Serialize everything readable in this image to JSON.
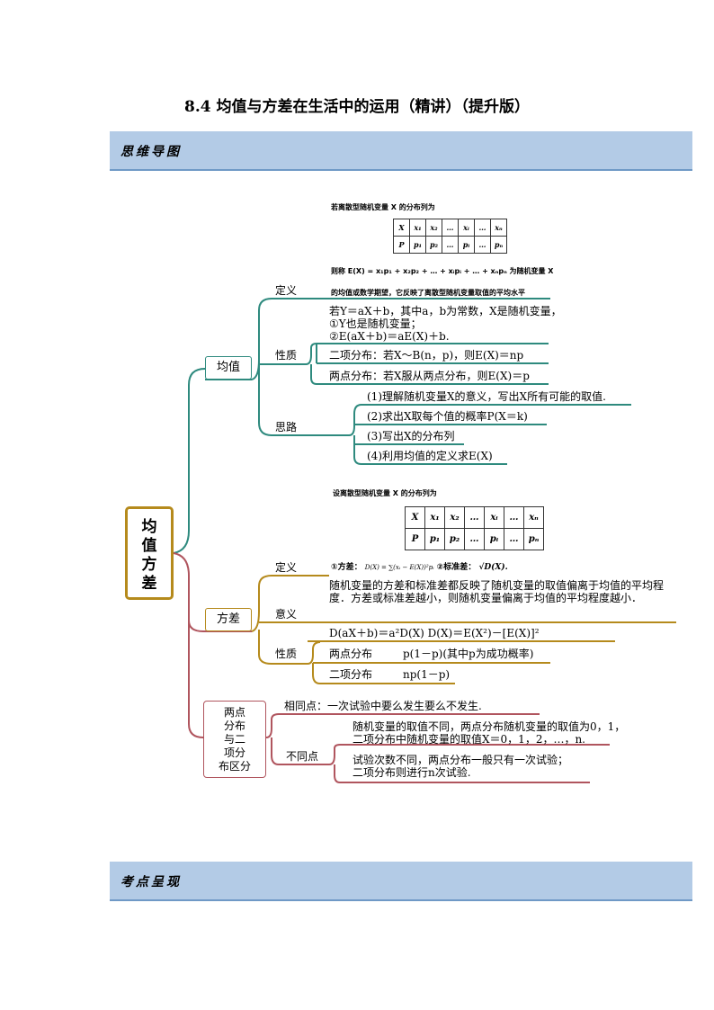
{
  "title": "8.4  均值与方差在生活中的运用（精讲）（提升版）",
  "banner_mindmap": "思维导图",
  "banner_kaodian": "考点呈现",
  "root": {
    "lines": [
      "均",
      "值",
      "方",
      "差"
    ]
  },
  "mean": {
    "label": "均值",
    "def_label": "定义",
    "def_intro": "若离散型随机变量 X 的分布列为",
    "def_formula": "则称 E(X) = x₁p₁ + x₂p₂ + … + xᵢpᵢ + … + xₙpₙ 为随机变量 X",
    "def_meaning": "的均值或数学期望，它反映了离散型随机变量取值的平均水平",
    "table": {
      "row1": [
        "X",
        "x₁",
        "x₂",
        "…",
        "xᵢ",
        "…",
        "xₙ"
      ],
      "row2": [
        "P",
        "p₁",
        "p₂",
        "…",
        "pᵢ",
        "…",
        "pₙ"
      ]
    },
    "prop_label": "性质",
    "prop1": "若Y＝aX＋b，其中a，b为常数，X是随机变量，",
    "prop2": "①Y也是随机变量；",
    "prop3": "②E(aX＋b)＝aE(X)＋b.",
    "prop_binomial": "二项分布：若X～B(n，p)，则E(X)＝np",
    "prop_twopoint": "两点分布：若X服从两点分布，则E(X)＝p",
    "idea_label": "思路",
    "idea1": "(1)理解随机变量X的意义，写出X所有可能的取值.",
    "idea2": "(2)求出X取每个值的概率P(X＝k)",
    "idea3": "(3)写出X的分布列",
    "idea4": "(4)利用均值的定义求E(X)"
  },
  "variance": {
    "label": "方差",
    "def_label": "定义",
    "def_intro": "设离散型随机变量 X 的分布列为",
    "table": {
      "row1": [
        "X",
        "x₁",
        "x₂",
        "…",
        "xᵢ",
        "…",
        "xₙ"
      ],
      "row2": [
        "P",
        "p₁",
        "p₂",
        "…",
        "pᵢ",
        "…",
        "pₙ"
      ]
    },
    "def_formula_a": "①方差：",
    "def_formula_b": "D(X) = ∑(xᵢ − E(X))²pᵢ",
    "def_formula_c": "②标准差：",
    "def_formula_d": "√D(X).",
    "meaning_label": "意义",
    "meaning": "随机变量的方差和标准差都反映了随机变量的取值偏离于均值的平均程度．方差或标准差越小，则随机变量偏离于均值的平均程度越小．",
    "prop_label": "性质",
    "prop_formula": "D(aX＋b)＝a²D(X)        D(X)＝E(X²)－[E(X)]²",
    "twopoint_label": "两点分布",
    "twopoint_value": "p(1－p)(其中p为成功概率)",
    "binomial_label": "二项分布",
    "binomial_value": "np(1－p)"
  },
  "compare": {
    "label_lines": [
      "两点",
      "分布",
      "与二",
      "项分",
      "布区分"
    ],
    "same": "相同点：一次试验中要么发生要么不发生.",
    "diff_label": "不同点",
    "diff1a": "随机变量的取值不同，两点分布随机变量的取值为0，1，",
    "diff1b": "二项分布中随机变量的取值X＝0，1，2，…，n.",
    "diff2a": "试验次数不同，两点分布一般只有一次试验；",
    "diff2b": "二项分布则进行n次试验."
  },
  "colors": {
    "teal": "#2e8a7e",
    "gold": "#b58a1c",
    "maroon": "#b0555e",
    "banner": "#b3cbe6"
  }
}
